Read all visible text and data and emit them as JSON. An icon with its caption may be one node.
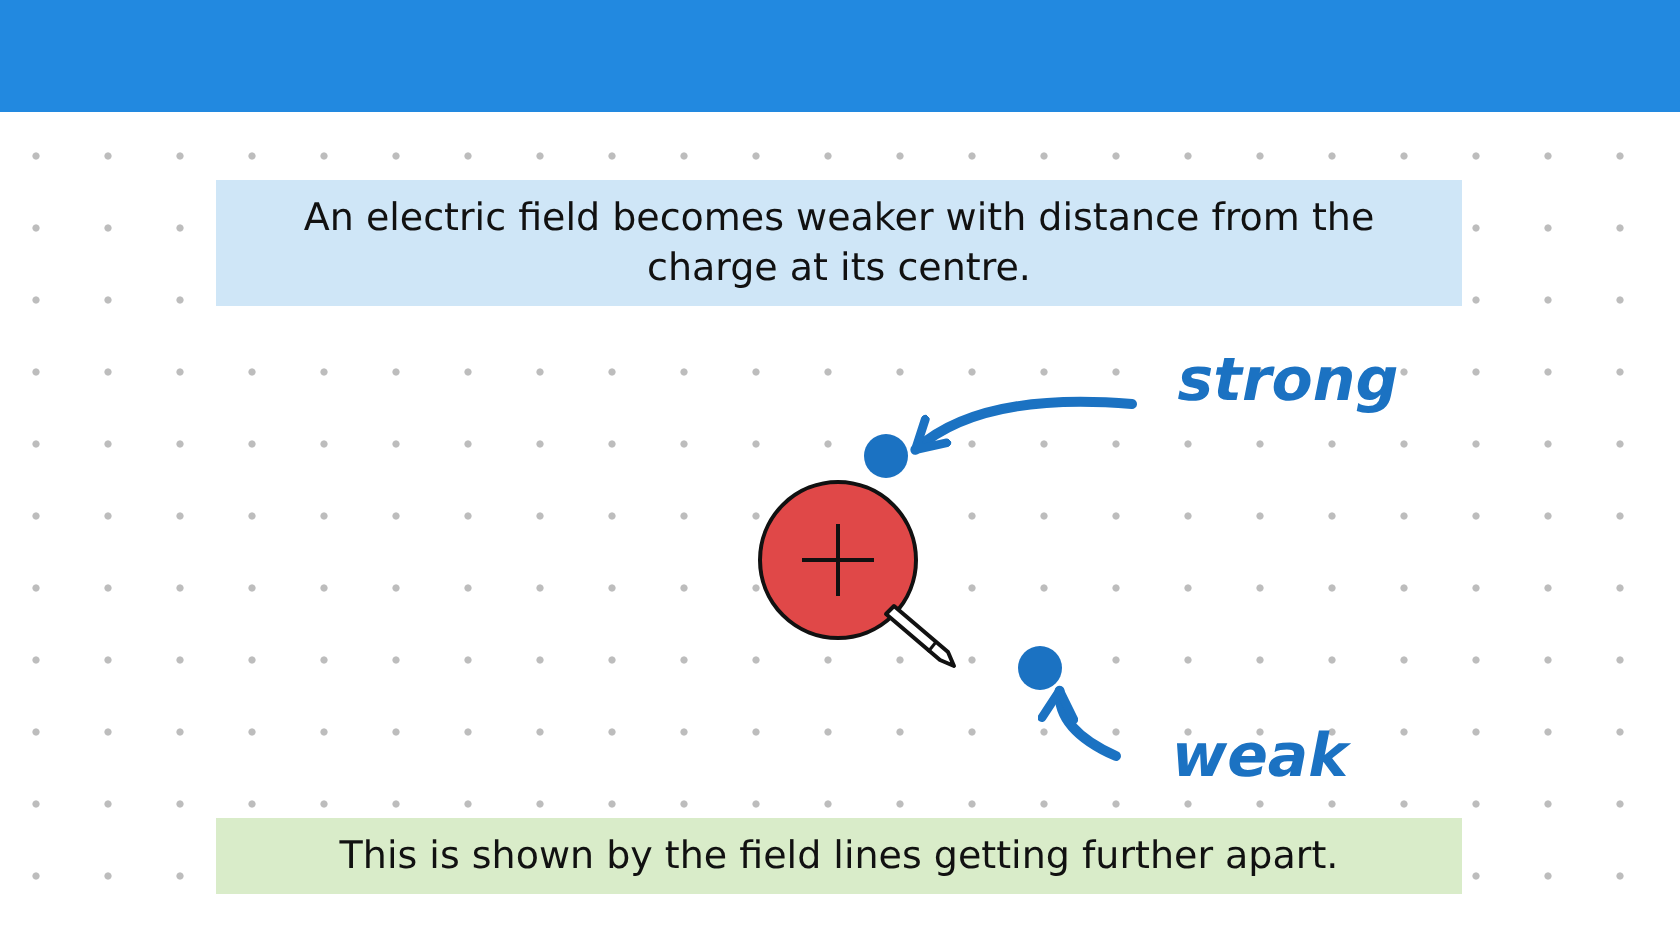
{
  "diagram": {
    "nodes": [
      {
        "text": [
          "An electric field becomes weaker with distance from the charge at its centre."
        ]
      },
      {
        "text": [],
        "shape": "circle"
      },
      {
        "text": [],
        "shape": "circle"
      },
      {
        "text": [],
        "shape": "circle"
      },
      {
        "text": [
          "strong"
        ]
      },
      {
        "text": [
          "weak"
        ]
      },
      {
        "text": [
          "This is shown by the field lines getting further apart."
        ]
      }
    ],
    "edges": [
      {
        "from": 4,
        "to": 2,
        "arrow": "to"
      },
      {
        "from": 5,
        "to": 3,
        "arrow": "to"
      }
    ]
  }
}
